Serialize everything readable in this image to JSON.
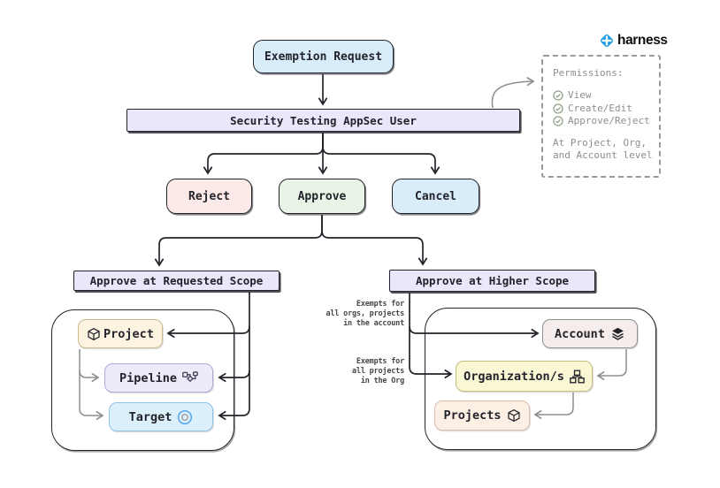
{
  "logo": {
    "text": "harness"
  },
  "flow": {
    "exemption_request": "Exemption Request",
    "appsec_user": "Security Testing AppSec User",
    "reject": "Reject",
    "approve": "Approve",
    "cancel": "Cancel",
    "requested_scope": "Approve at Requested Scope",
    "higher_scope": "Approve at Higher Scope"
  },
  "requested_group": {
    "project": "Project",
    "pipeline": "Pipeline",
    "target": "Target"
  },
  "higher_group": {
    "account": "Account",
    "organization": "Organization/s",
    "projects": "Projects"
  },
  "permissions": {
    "title": "Permissions:",
    "items": [
      "View",
      "Create/Edit",
      "Approve/Reject"
    ],
    "footer": "At Project, Org,\nand Account level"
  },
  "annotations": {
    "account_scope": "Exempts for\nall orgs, projects\nin the account",
    "org_scope": "Exempts for\nall projects\nin the Org"
  },
  "colors": {
    "blue_box": "#d9ecfa",
    "lavender_box": "#e9e7f9",
    "pink_box": "#fbeae8",
    "green_box": "#e7f4e6",
    "cream_box": "#fcf3e1",
    "cream2_box": "#fcf0e4",
    "purple_box": "#edeafa",
    "lightblue_box": "#dcf0fb",
    "rose_box": "#f5edeb",
    "yellow_box": "#faf7d5",
    "harness_blue": "#1b9de2",
    "edge_dark": "#23232b",
    "edge_gray": "#8e8e8e",
    "check_green": "#90a388"
  }
}
